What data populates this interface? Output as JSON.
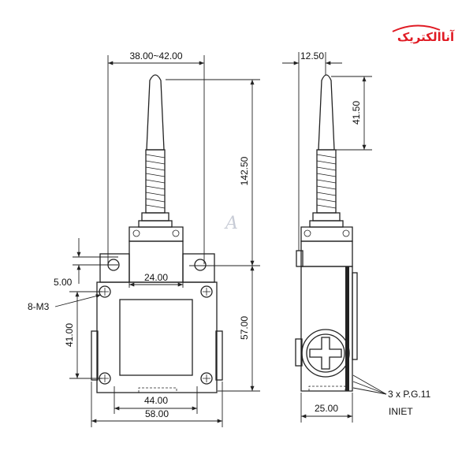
{
  "logo": {
    "text": "آناالکتریک"
  },
  "watermark": {
    "text": "A"
  },
  "front_view": {
    "dims": {
      "width_range": "38.00~42.00",
      "total_height": "142.50",
      "neck_width": "24.00",
      "hole_offset": "5.00",
      "hole_spacing_vertical": "41.00",
      "body_height": "57.00",
      "hole_spacing_horizontal": "44.00",
      "body_width": "58.00"
    },
    "labels": {
      "mount_holes": "8-M3"
    }
  },
  "side_view": {
    "dims": {
      "lever_offset": "12.50",
      "lever_length": "41.50",
      "depth": "25.00"
    },
    "labels": {
      "conduit": "3 x P.G.11",
      "inlet": "INIET"
    }
  },
  "colors": {
    "line": "#222222",
    "logo": "#e01b24"
  }
}
